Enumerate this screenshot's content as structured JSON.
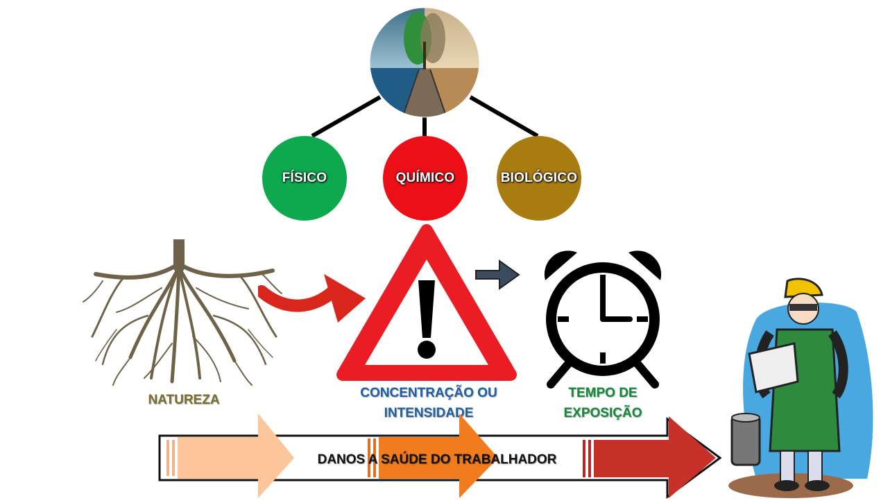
{
  "diagram": {
    "categories": [
      {
        "label": "FÍSICO",
        "color": "#0ea84e"
      },
      {
        "label": "QUÍMICO",
        "color": "#ec0f18"
      },
      {
        "label": "BIOLÓGICO",
        "color": "#a97c12"
      }
    ],
    "nature_label": "NATUREZA",
    "concentration_label_line1": "CONCENTRAÇÃO OU",
    "concentration_label_line2": "INTENSIDADE",
    "exposure_label_line1": "TEMPO DE",
    "exposure_label_line2": "EXPOSIÇÃO",
    "banner_text": "DANOS A SAÚDE DO TRABALHADOR"
  },
  "colors": {
    "nature_text": "#7a6d2e",
    "concentration_text": "#1f5fa8",
    "exposure_text": "#138a3a",
    "warning_red": "#ea1c24",
    "arrow_peach": "#fcc59a",
    "arrow_orange": "#f07c1e",
    "arrow_red": "#c8302a"
  },
  "icons": [
    "environment-photo",
    "tree-roots-icon",
    "curved-red-arrow-icon",
    "warning-triangle-icon",
    "dark-arrow-icon",
    "alarm-clock-icon",
    "worker-illustration"
  ]
}
